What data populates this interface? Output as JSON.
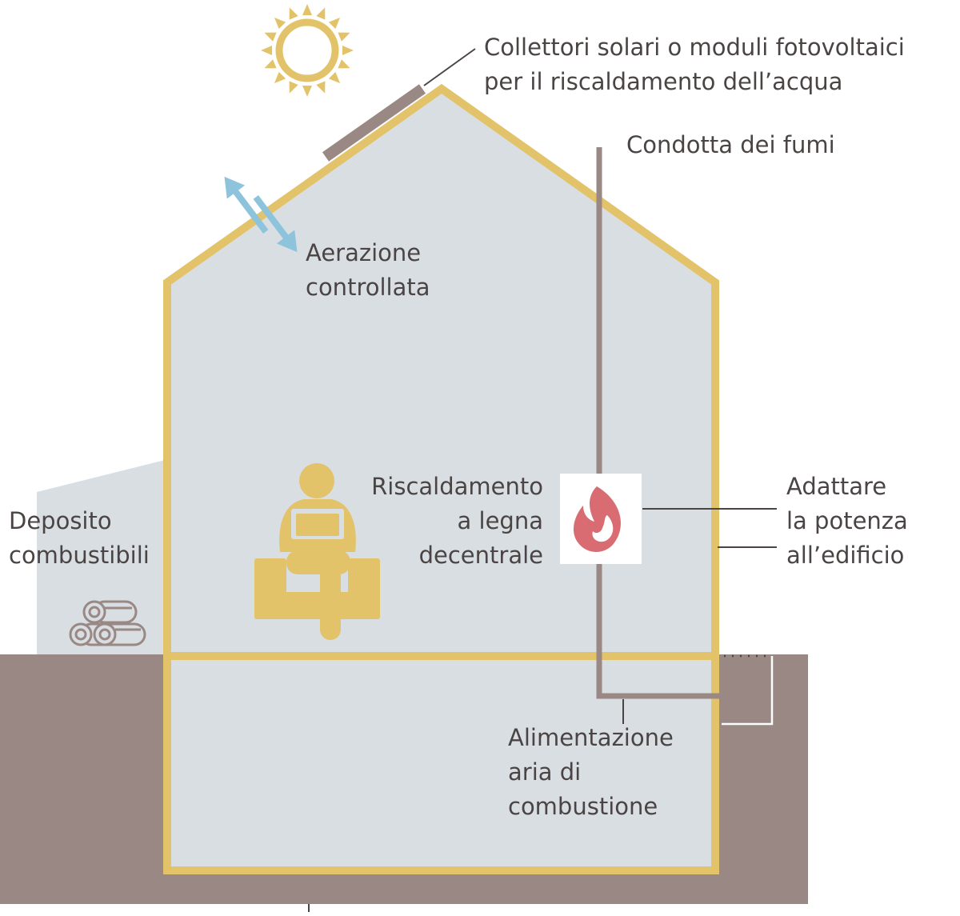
{
  "colors": {
    "wall": "#e3c36a",
    "interior": "#d9dee3",
    "ground": "#9a8885",
    "pipe": "#9a8885",
    "sun": "#e3c36a",
    "arrow": "#8ec3dc",
    "flame": "#d86c72",
    "text": "#4a4544",
    "leader": "#4a4544"
  },
  "icons": {
    "sun": "sun-icon",
    "ventilation": "double-arrow-icon",
    "flame": "flame-icon",
    "person": "person-reading-in-armchair-icon",
    "logs": "firewood-logs-icon"
  },
  "labels": {
    "solar": {
      "line1": "Collettori solari o moduli fotovoltaici",
      "line2": "per il riscaldamento dell’acqua"
    },
    "flue": {
      "line1": "Condotta dei fumi"
    },
    "ventilation": {
      "line1": "Aerazione",
      "line2": "controllata"
    },
    "heating": {
      "line1": "Riscaldamento",
      "line2": "a legna",
      "line3": "decentrale"
    },
    "power": {
      "line1": "Adattare",
      "line2": "la potenza",
      "line3": "all’edificio"
    },
    "storage": {
      "line1": "Deposito",
      "line2": "combustibili"
    },
    "air_supply": {
      "line1": "Alimentazione",
      "line2": "aria di",
      "line3": "combustione"
    }
  }
}
